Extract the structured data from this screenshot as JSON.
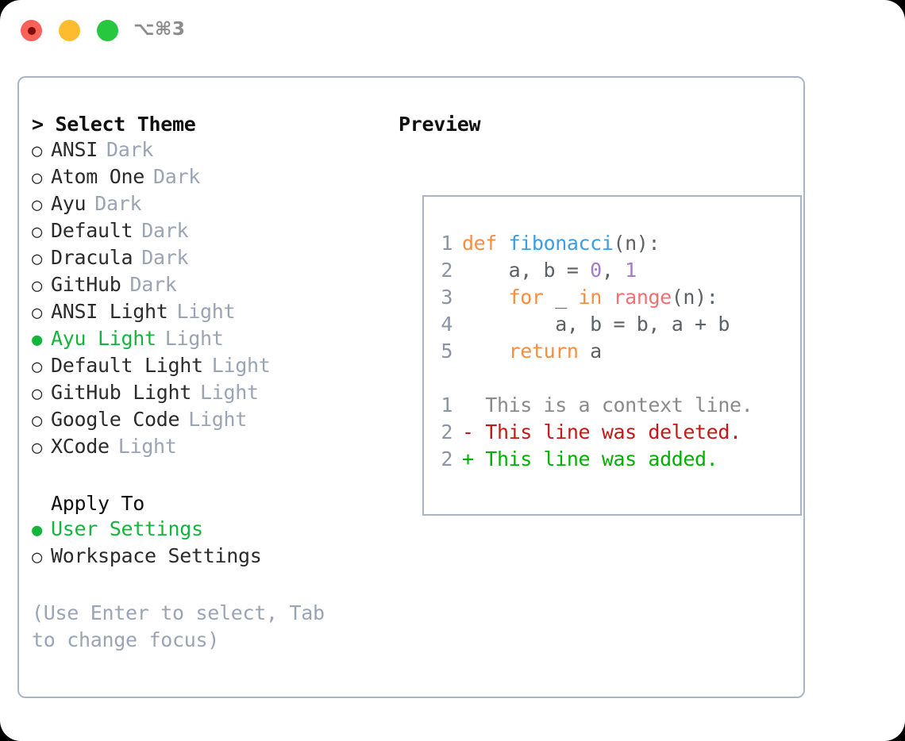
{
  "titlebar": {
    "shortcut": "⌥⌘3",
    "buttons": [
      {
        "name": "close",
        "color": "#fa6158",
        "recording": true
      },
      {
        "name": "minimize",
        "color": "#fdbc2d",
        "recording": false
      },
      {
        "name": "zoom",
        "color": "#27c73f",
        "recording": false
      }
    ]
  },
  "theme_selector": {
    "header": "> Select Theme",
    "items": [
      {
        "marker": "○",
        "label": "ANSI",
        "badge": "Dark",
        "selected": false
      },
      {
        "marker": "○",
        "label": "Atom One",
        "badge": "Dark",
        "selected": false
      },
      {
        "marker": "○",
        "label": "Ayu",
        "badge": "Dark",
        "selected": false
      },
      {
        "marker": "○",
        "label": "Default",
        "badge": "Dark",
        "selected": false
      },
      {
        "marker": "○",
        "label": "Dracula",
        "badge": "Dark",
        "selected": false
      },
      {
        "marker": "○",
        "label": "GitHub",
        "badge": "Dark",
        "selected": false
      },
      {
        "marker": "○",
        "label": "ANSI Light",
        "badge": "Light",
        "selected": false
      },
      {
        "marker": "●",
        "label": "Ayu Light",
        "badge": "Light",
        "selected": true
      },
      {
        "marker": "○",
        "label": "Default Light",
        "badge": "Light",
        "selected": false
      },
      {
        "marker": "○",
        "label": "GitHub Light",
        "badge": "Light",
        "selected": false
      },
      {
        "marker": "○",
        "label": "Google Code",
        "badge": "Light",
        "selected": false
      },
      {
        "marker": "○",
        "label": "XCode",
        "badge": "Light",
        "selected": false
      }
    ]
  },
  "apply_to": {
    "header": "Apply To",
    "items": [
      {
        "marker": "●",
        "label": "User Settings",
        "selected": true
      },
      {
        "marker": "○",
        "label": "Workspace Settings",
        "selected": false
      }
    ]
  },
  "hint": "(Use Enter to select, Tab to change focus)",
  "preview": {
    "header": "Preview",
    "code_lines": [
      {
        "lno": "1",
        "tokens": [
          {
            "t": "def ",
            "c": "t-kw"
          },
          {
            "t": "fibonacci",
            "c": "t-fn"
          },
          {
            "t": "(n):",
            "c": "t-txt"
          }
        ]
      },
      {
        "lno": "2",
        "tokens": [
          {
            "t": "    a, b = ",
            "c": "t-txt"
          },
          {
            "t": "0",
            "c": "t-num"
          },
          {
            "t": ", ",
            "c": "t-txt"
          },
          {
            "t": "1",
            "c": "t-num"
          }
        ]
      },
      {
        "lno": "3",
        "tokens": [
          {
            "t": "    ",
            "c": "t-txt"
          },
          {
            "t": "for",
            "c": "t-kw"
          },
          {
            "t": " _ ",
            "c": "t-txt"
          },
          {
            "t": "in",
            "c": "t-kw"
          },
          {
            "t": " ",
            "c": "t-txt"
          },
          {
            "t": "range",
            "c": "t-call"
          },
          {
            "t": "(n):",
            "c": "t-txt"
          }
        ]
      },
      {
        "lno": "4",
        "tokens": [
          {
            "t": "        a, b = b, a + b",
            "c": "t-txt"
          }
        ]
      },
      {
        "lno": "5",
        "tokens": [
          {
            "t": "    ",
            "c": "t-txt"
          },
          {
            "t": "return",
            "c": "t-kw"
          },
          {
            "t": " a",
            "c": "t-txt"
          }
        ]
      }
    ],
    "diff_lines": [
      {
        "lno": "1",
        "sign": "  ",
        "text": "This is a context line.",
        "cls": "t-ctx"
      },
      {
        "lno": "2",
        "sign": "- ",
        "text": "This line was deleted.",
        "cls": "t-del"
      },
      {
        "lno": "2",
        "sign": "+ ",
        "text": "This line was added.",
        "cls": "t-add"
      }
    ]
  },
  "colors": {
    "accent_green": "#15b53d",
    "border": "#aab4c4",
    "muted": "#9aa4b4",
    "keyword": "#fa8d3e",
    "function": "#399ee6",
    "number": "#a37acc",
    "call": "#f07171",
    "diff_add": "#00b000",
    "diff_del": "#c41a16"
  }
}
